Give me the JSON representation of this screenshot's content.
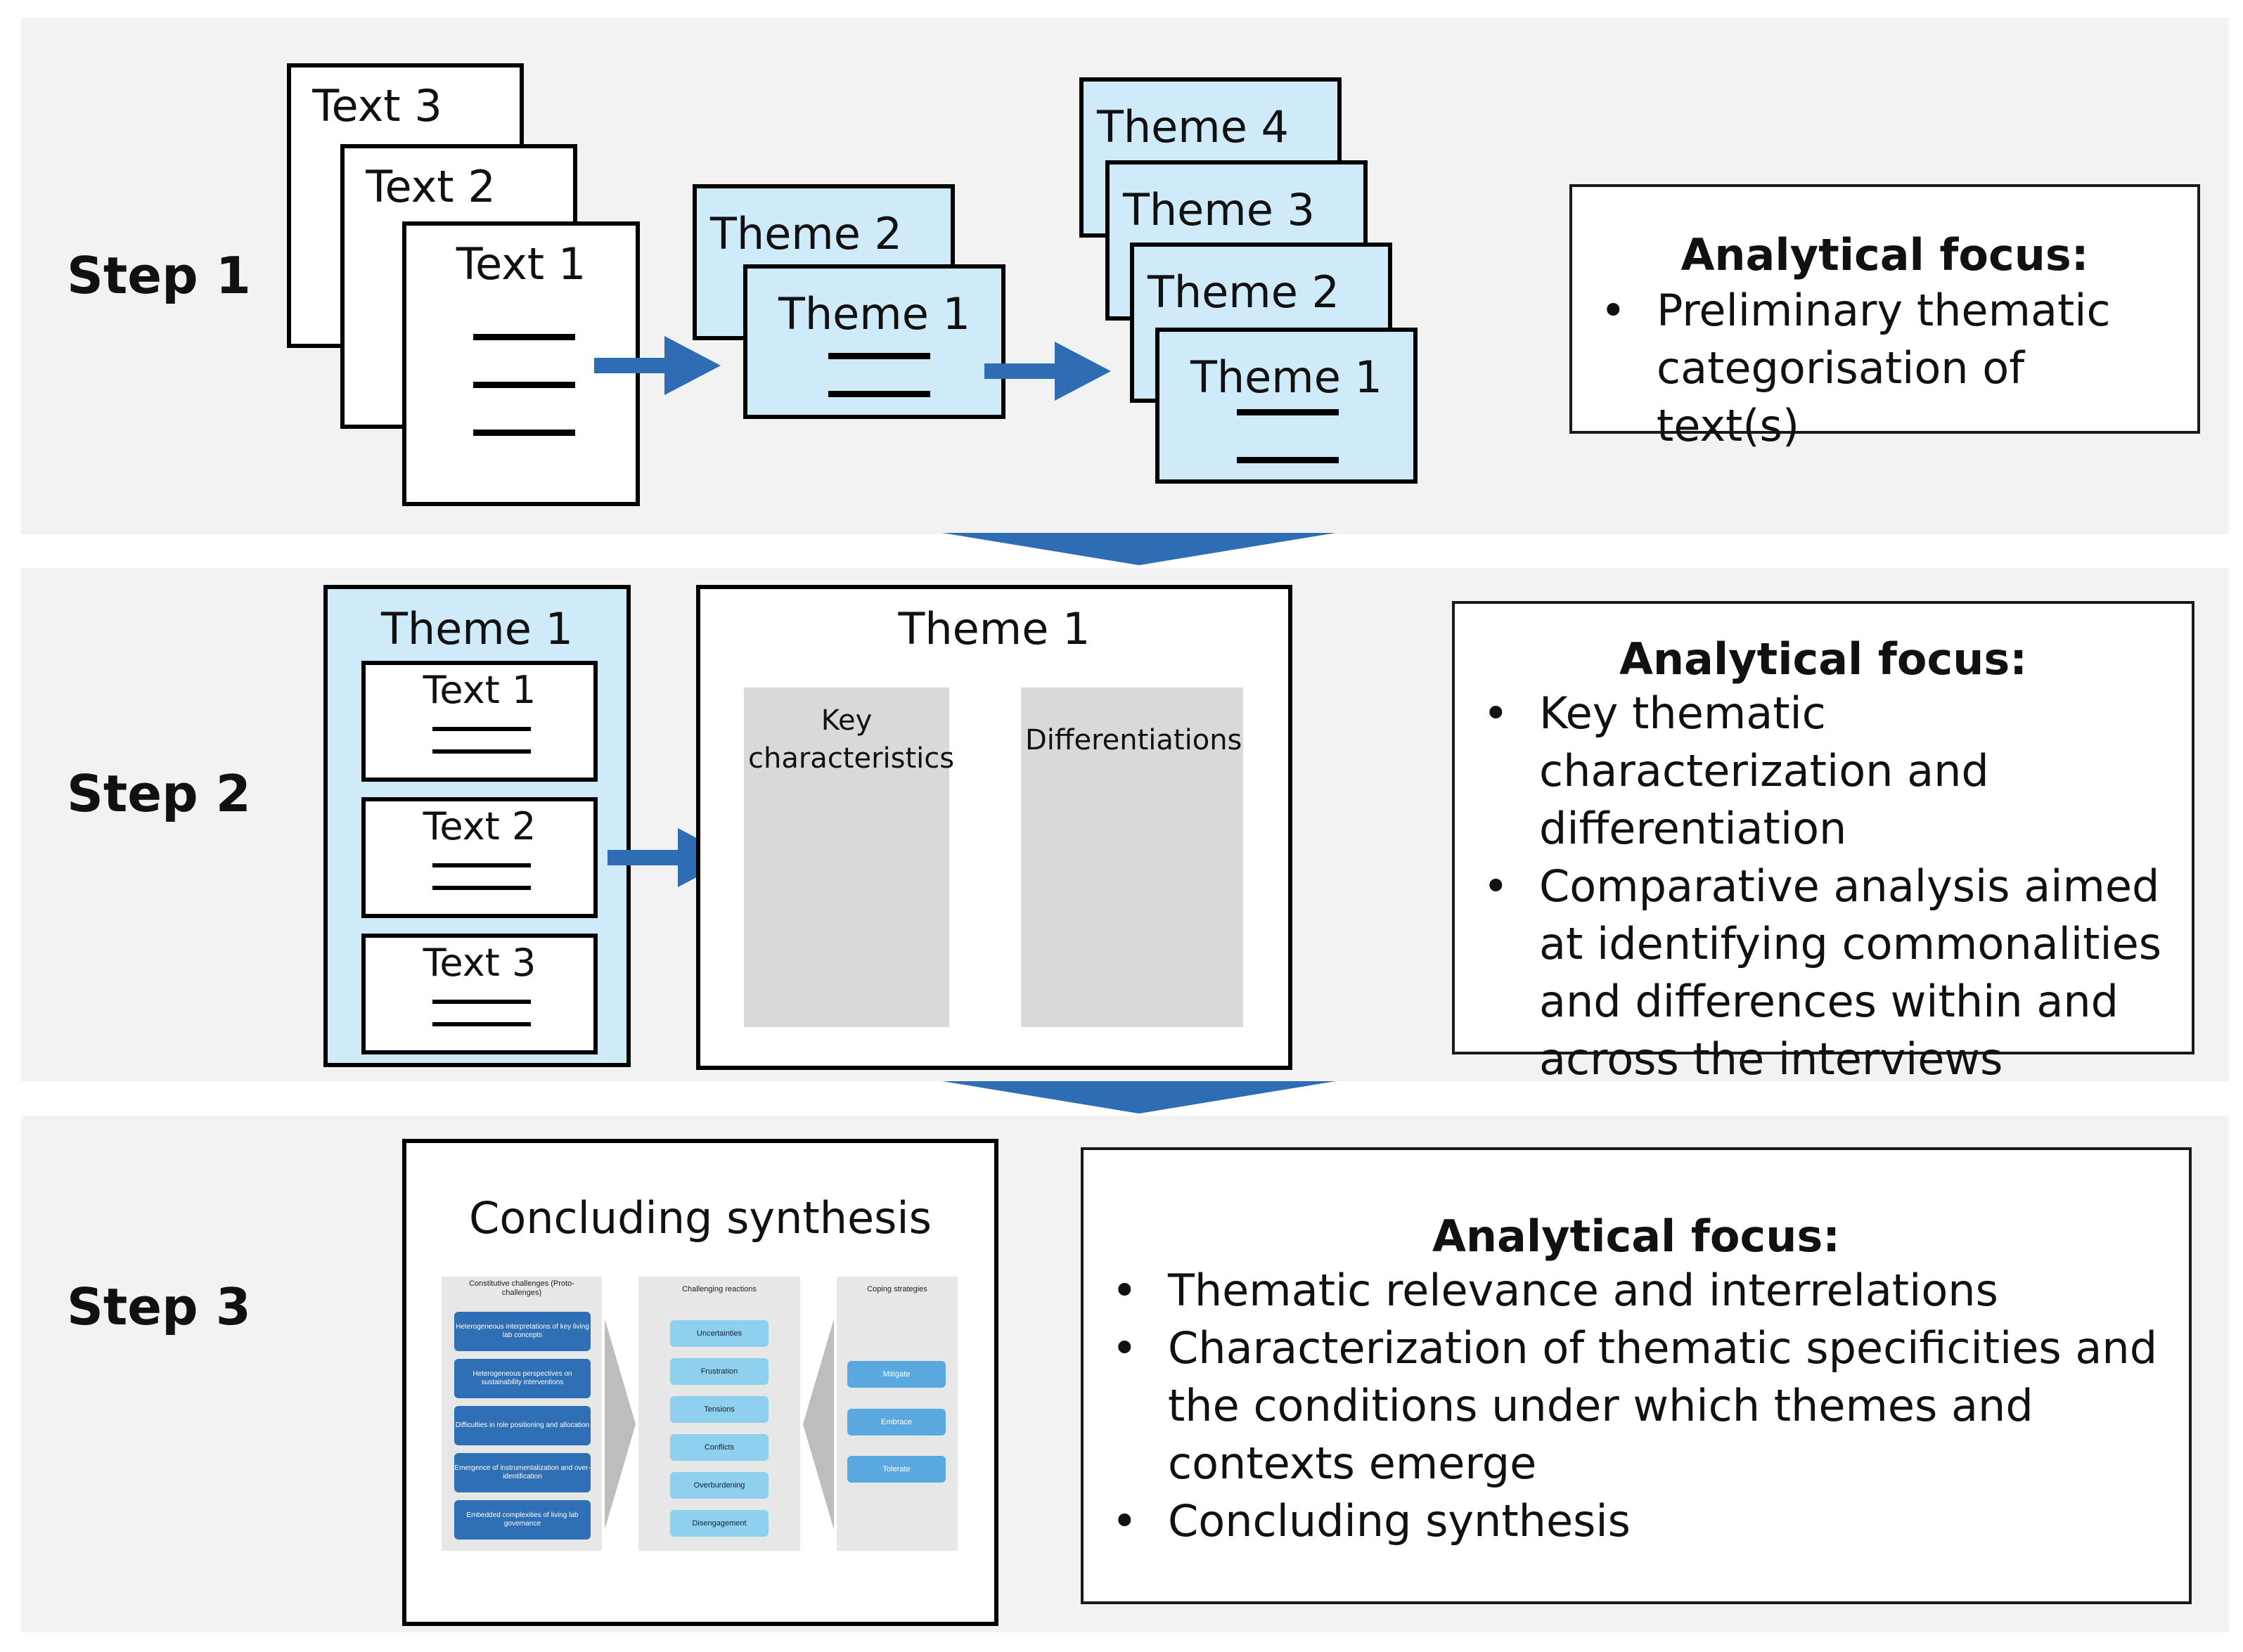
{
  "colors": {
    "panel_bg": "#f2f2f2",
    "theme_card": "#cfeaf9",
    "arrow_blue": "#2e6db4",
    "chevron_blue": "#2e6db4",
    "grey_column": "#d9d9d9"
  },
  "steps": [
    {
      "label": "Step 1"
    },
    {
      "label": "Step 2"
    },
    {
      "label": "Step 3"
    }
  ],
  "step1": {
    "texts": [
      "Text 3",
      "Text 2",
      "Text 1"
    ],
    "themes_pair": [
      "Theme 2",
      "Theme 1"
    ],
    "themes_stack": [
      "Theme 4",
      "Theme 3",
      "Theme 2",
      "Theme 1"
    ],
    "focus": {
      "title": "Analytical focus:",
      "items": [
        "Preliminary thematic categorisation of text(s)"
      ]
    }
  },
  "step2": {
    "theme_group": {
      "title": "Theme 1",
      "texts": [
        "Text 1",
        "Text 2",
        "Text 3"
      ]
    },
    "theme_card": {
      "title": "Theme 1",
      "columns": [
        "Key characteristics",
        "Differentiations"
      ]
    },
    "focus": {
      "title": "Analytical focus:",
      "items": [
        "Key thematic characterization and differentiation",
        "Comparative analysis aimed at identifying commonalities and differences within and across the interviews"
      ]
    }
  },
  "step3": {
    "synthesis": {
      "title": "Concluding synthesis",
      "columns": [
        {
          "heading": "Constitutive challenges (Proto-challenges)",
          "items": [
            "Heterogeneous interpretations of key living lab concepts",
            "Heterogeneous perspectives on sustainability interventions",
            "Difficulties in role positioning and allocation",
            "Emergence of instrumentalization and over-identification",
            "Embedded complexities of living lab governance"
          ]
        },
        {
          "heading": "Challenging reactions",
          "items": [
            "Uncertainties",
            "Frustration",
            "Tensions",
            "Conflicts",
            "Overburdening",
            "Disengagement"
          ]
        },
        {
          "heading": "Coping strategies",
          "items": [
            "Mitigate",
            "Embrace",
            "Tolerate"
          ]
        }
      ]
    },
    "focus": {
      "title": "Analytical focus:",
      "items": [
        "Thematic relevance and interrelations",
        "Characterization of thematic specificities and the conditions under which themes and contexts emerge",
        "Concluding synthesis"
      ]
    }
  }
}
